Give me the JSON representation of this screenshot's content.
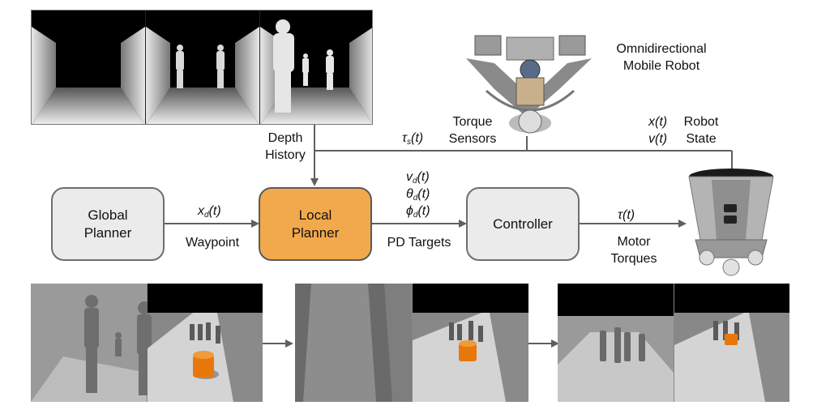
{
  "blocks": {
    "global_planner": "Global\nPlanner",
    "local_planner": "Local\nPlanner",
    "controller": "Controller"
  },
  "labels": {
    "depth_history": "Depth\nHistory",
    "torque_sensors": "Torque\nSensors",
    "robot_state": "Robot\nState",
    "omni_robot": "Omnidirectional\nMobile Robot",
    "waypoint": "Waypoint",
    "pd_targets": "PD Targets",
    "motor_torques": "Motor\nTorques"
  },
  "math": {
    "tau_s": "τ",
    "tau_s_sub": "s",
    "tau_s_arg": "(t)",
    "x_d": "x",
    "x_d_sub": "d",
    "x_d_arg": "(t)",
    "v_d": "v",
    "v_d_sub": "d",
    "v_d_arg": "(t)",
    "theta_d": "θ",
    "theta_d_sub": "d",
    "theta_d_arg": "(t)",
    "phi_d": "ϕ",
    "phi_d_sub": "d",
    "phi_d_arg": "(t)",
    "x_t": "x(t)",
    "v_t": "v(t)",
    "tau_t": "τ(t)"
  },
  "colors": {
    "local_planner_fill": "#f2a94c",
    "box_fill": "#ebebeb",
    "line": "#5f5f5f"
  }
}
